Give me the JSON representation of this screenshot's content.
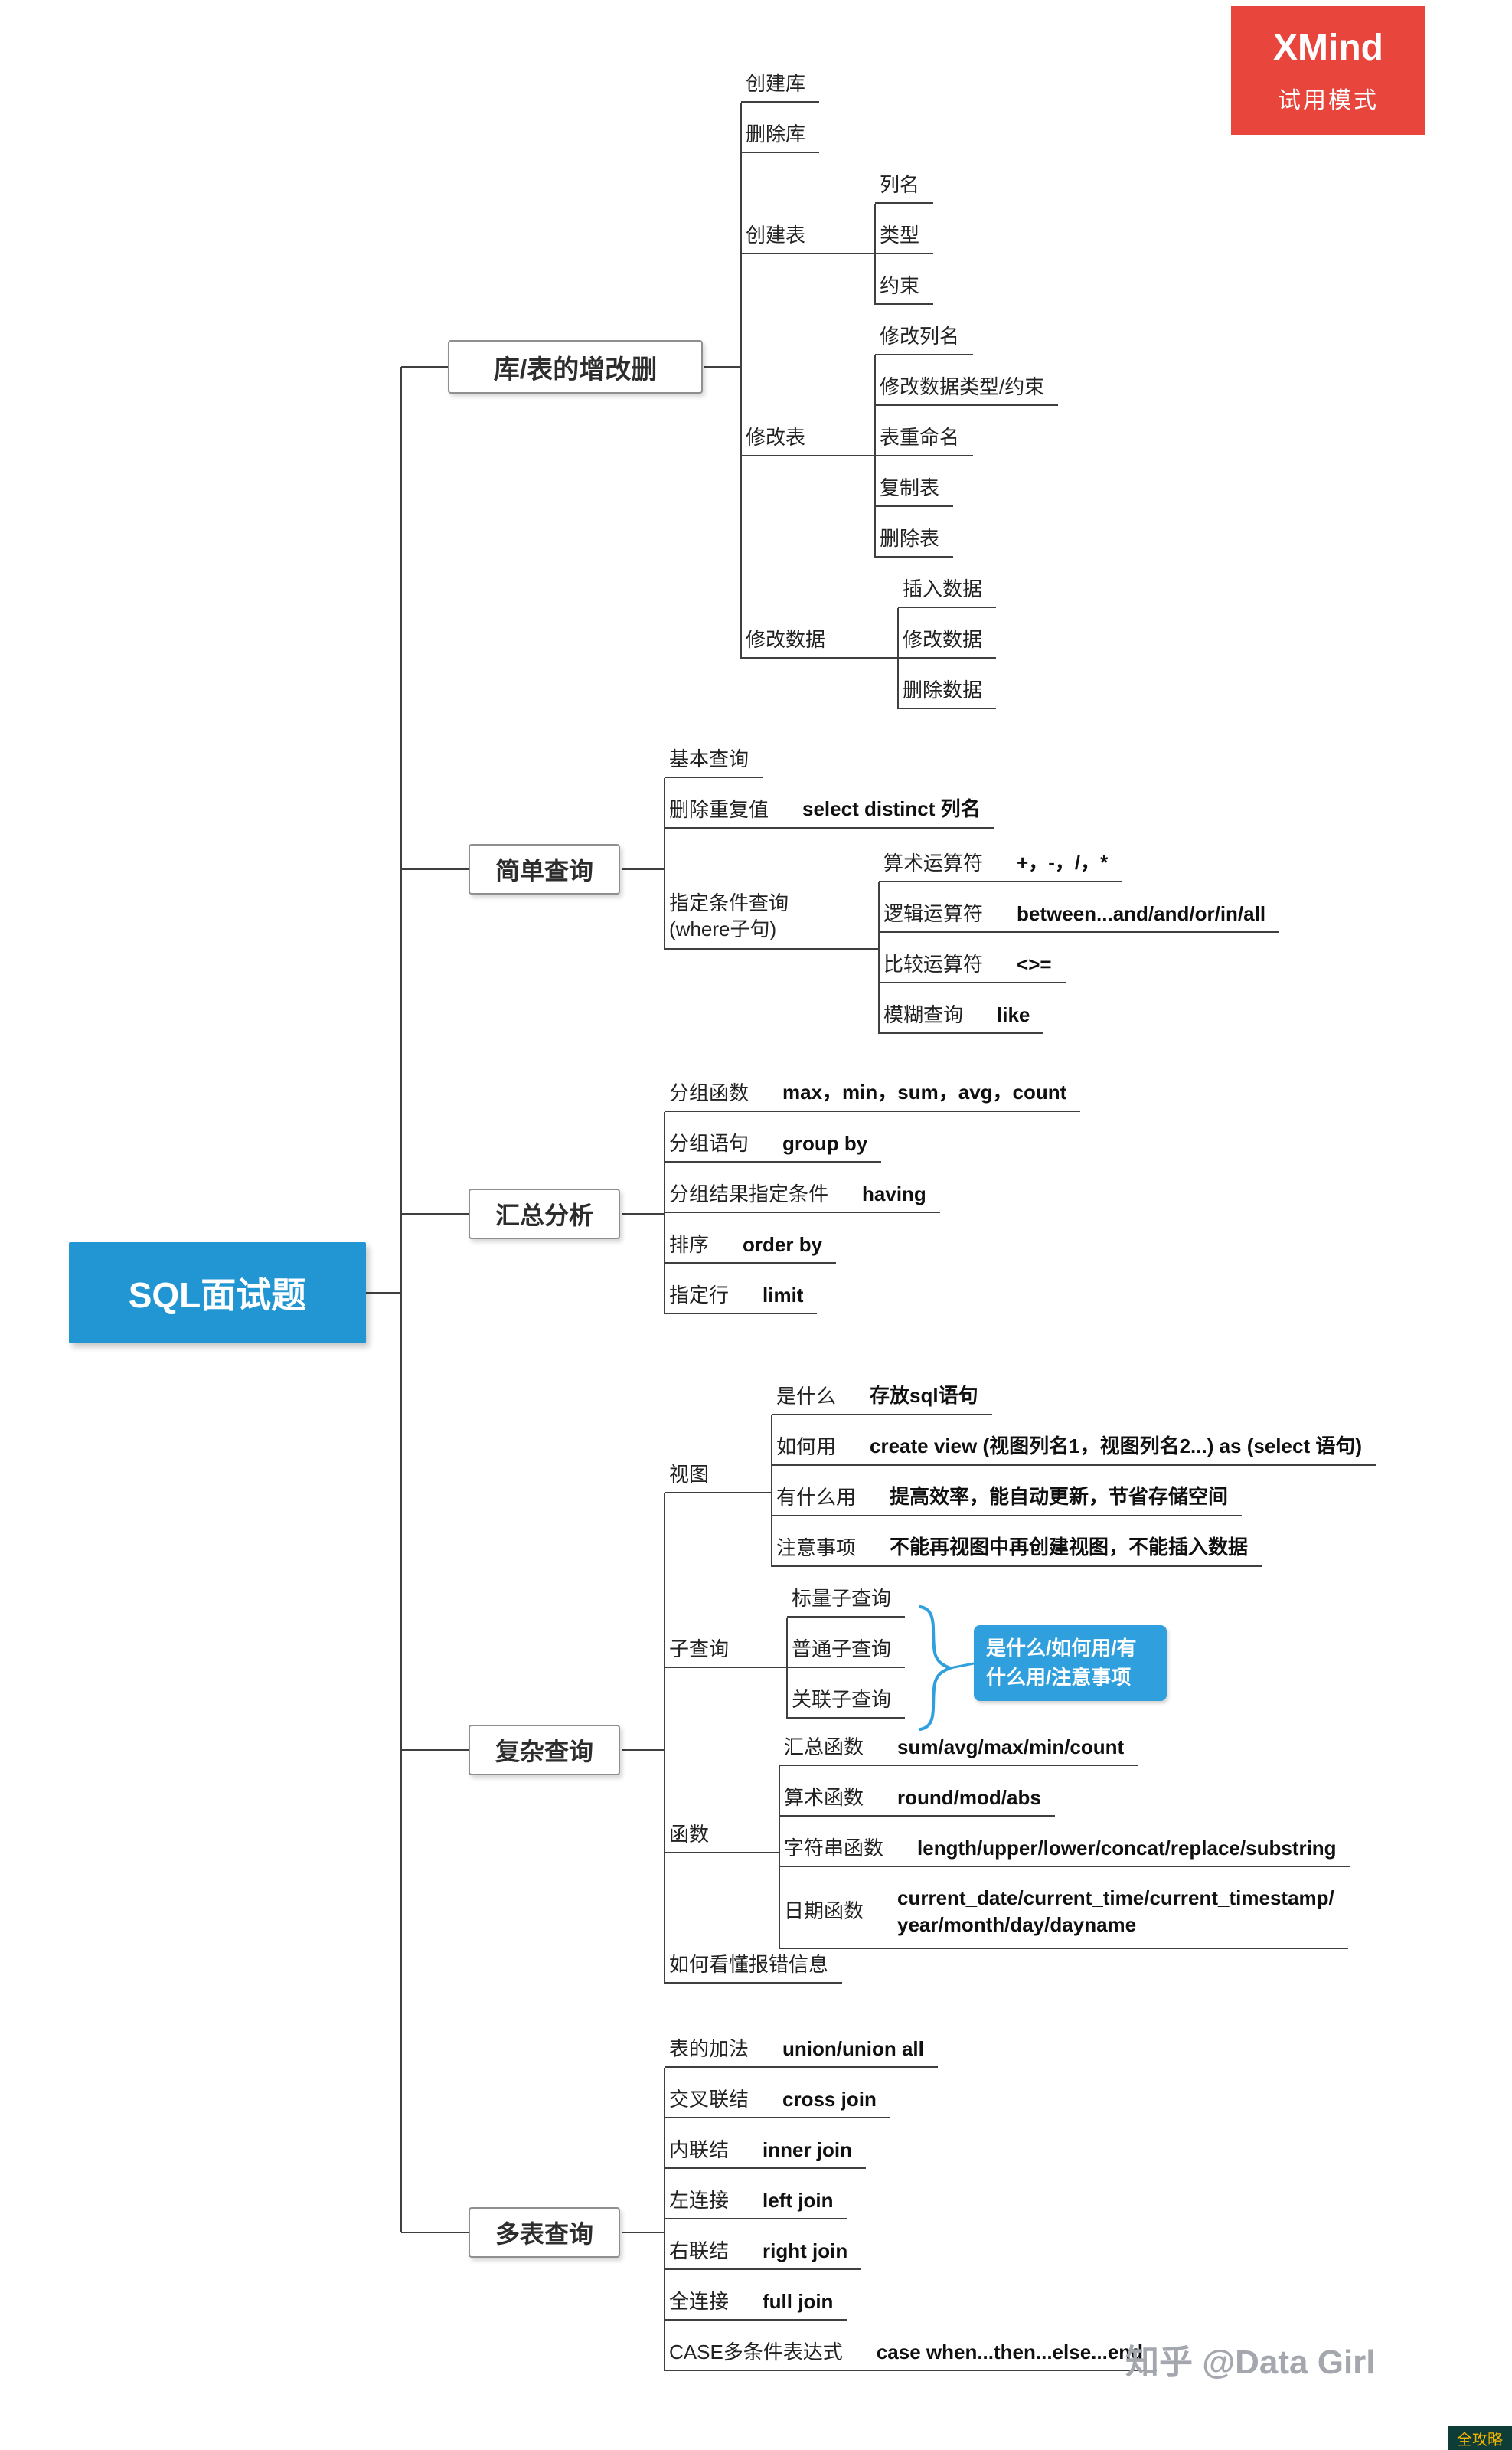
{
  "root": {
    "label": "SQL面试题"
  },
  "badge": {
    "title": "XMind",
    "subtitle": "试用模式"
  },
  "watermark": {
    "text": "知乎 @Data Girl"
  },
  "footer": {
    "text": "全攻略"
  },
  "callout": {
    "text": "是什么/如何用/有什么用/注意事项"
  },
  "colors": {
    "accent_blue": "#2196d3",
    "callout_blue": "#2f9fdd",
    "badge_red": "#e8453c",
    "line": "#3f3f3f",
    "footer_bg": "#0e3c37",
    "footer_text": "#f7b500"
  },
  "branches": [
    {
      "label": "库/表的增改删"
    },
    {
      "label": "简单查询"
    },
    {
      "label": "汇总分析"
    },
    {
      "label": "复杂查询"
    },
    {
      "label": "多表查询"
    }
  ],
  "nodes": [
    {
      "id": "create-db",
      "label": "创建库"
    },
    {
      "id": "drop-db",
      "label": "删除库"
    },
    {
      "id": "create-table",
      "label": "创建表"
    },
    {
      "id": "col-name",
      "label": "列名"
    },
    {
      "id": "col-type",
      "label": "类型"
    },
    {
      "id": "col-constraint",
      "label": "约束"
    },
    {
      "id": "alter-table",
      "label": "修改表"
    },
    {
      "id": "alter-col-name",
      "label": "修改列名"
    },
    {
      "id": "alter-col-type",
      "label": "修改数据类型/约束"
    },
    {
      "id": "rename-table",
      "label": "表重命名"
    },
    {
      "id": "copy-table",
      "label": "复制表"
    },
    {
      "id": "drop-table",
      "label": "删除表"
    },
    {
      "id": "modify-data",
      "label": "修改数据"
    },
    {
      "id": "insert-data",
      "label": "插入数据"
    },
    {
      "id": "update-data",
      "label": "修改数据"
    },
    {
      "id": "delete-data",
      "label": "删除数据"
    },
    {
      "id": "basic-query",
      "label": "基本查询"
    },
    {
      "id": "distinct",
      "label": "删除重复值",
      "value": "select distinct 列名"
    },
    {
      "id": "where-clause",
      "label": "指定条件查询(where子句)"
    },
    {
      "id": "arith-op",
      "label": "算术运算符",
      "value": "+，-，/，*"
    },
    {
      "id": "logic-op",
      "label": "逻辑运算符",
      "value": "between...and/and/or/in/all"
    },
    {
      "id": "compare-op",
      "label": "比较运算符",
      "value": "<>="
    },
    {
      "id": "fuzzy",
      "label": "模糊查询",
      "value": "like"
    },
    {
      "id": "group-func",
      "label": "分组函数",
      "value": "max，min，sum，avg，count"
    },
    {
      "id": "group-by",
      "label": "分组语句",
      "value": "group by"
    },
    {
      "id": "having",
      "label": "分组结果指定条件",
      "value": "having"
    },
    {
      "id": "order-by",
      "label": "排序",
      "value": "order by"
    },
    {
      "id": "limit",
      "label": "指定行",
      "value": "limit"
    },
    {
      "id": "view",
      "label": "视图"
    },
    {
      "id": "view-what",
      "label": "是什么",
      "value": "存放sql语句"
    },
    {
      "id": "view-how",
      "label": "如何用",
      "value": "create view (视图列名1，视图列名2...) as (select 语句)"
    },
    {
      "id": "view-use",
      "label": "有什么用",
      "value": "提高效率，能自动更新，节省存储空间"
    },
    {
      "id": "view-note",
      "label": "注意事项",
      "value": "不能再视图中再创建视图，不能插入数据"
    },
    {
      "id": "subquery",
      "label": "子查询"
    },
    {
      "id": "scalar-sub",
      "label": "标量子查询"
    },
    {
      "id": "normal-sub",
      "label": "普通子查询"
    },
    {
      "id": "corr-sub",
      "label": "关联子查询"
    },
    {
      "id": "func",
      "label": "函数"
    },
    {
      "id": "agg-func",
      "label": "汇总函数",
      "value": "sum/avg/max/min/count"
    },
    {
      "id": "arith-func",
      "label": "算术函数",
      "value": "round/mod/abs"
    },
    {
      "id": "string-func",
      "label": "字符串函数",
      "value": "length/upper/lower/concat/replace/substring"
    },
    {
      "id": "date-func",
      "label": "日期函数",
      "value": "current_date/current_time/current_timestamp/\nyear/month/day/dayname"
    },
    {
      "id": "error-msg",
      "label": "如何看懂报错信息"
    },
    {
      "id": "union",
      "label": "表的加法",
      "value": "union/union all"
    },
    {
      "id": "cross-join",
      "label": "交叉联结",
      "value": "cross join"
    },
    {
      "id": "inner-join",
      "label": "内联结",
      "value": "inner join"
    },
    {
      "id": "left-join",
      "label": "左连接",
      "value": "left join"
    },
    {
      "id": "right-join",
      "label": "右联结",
      "value": "right join"
    },
    {
      "id": "full-join",
      "label": "全连接",
      "value": "full join"
    },
    {
      "id": "case-expr",
      "label": "CASE多条件表达式",
      "value": "case when...then...else...end"
    }
  ]
}
